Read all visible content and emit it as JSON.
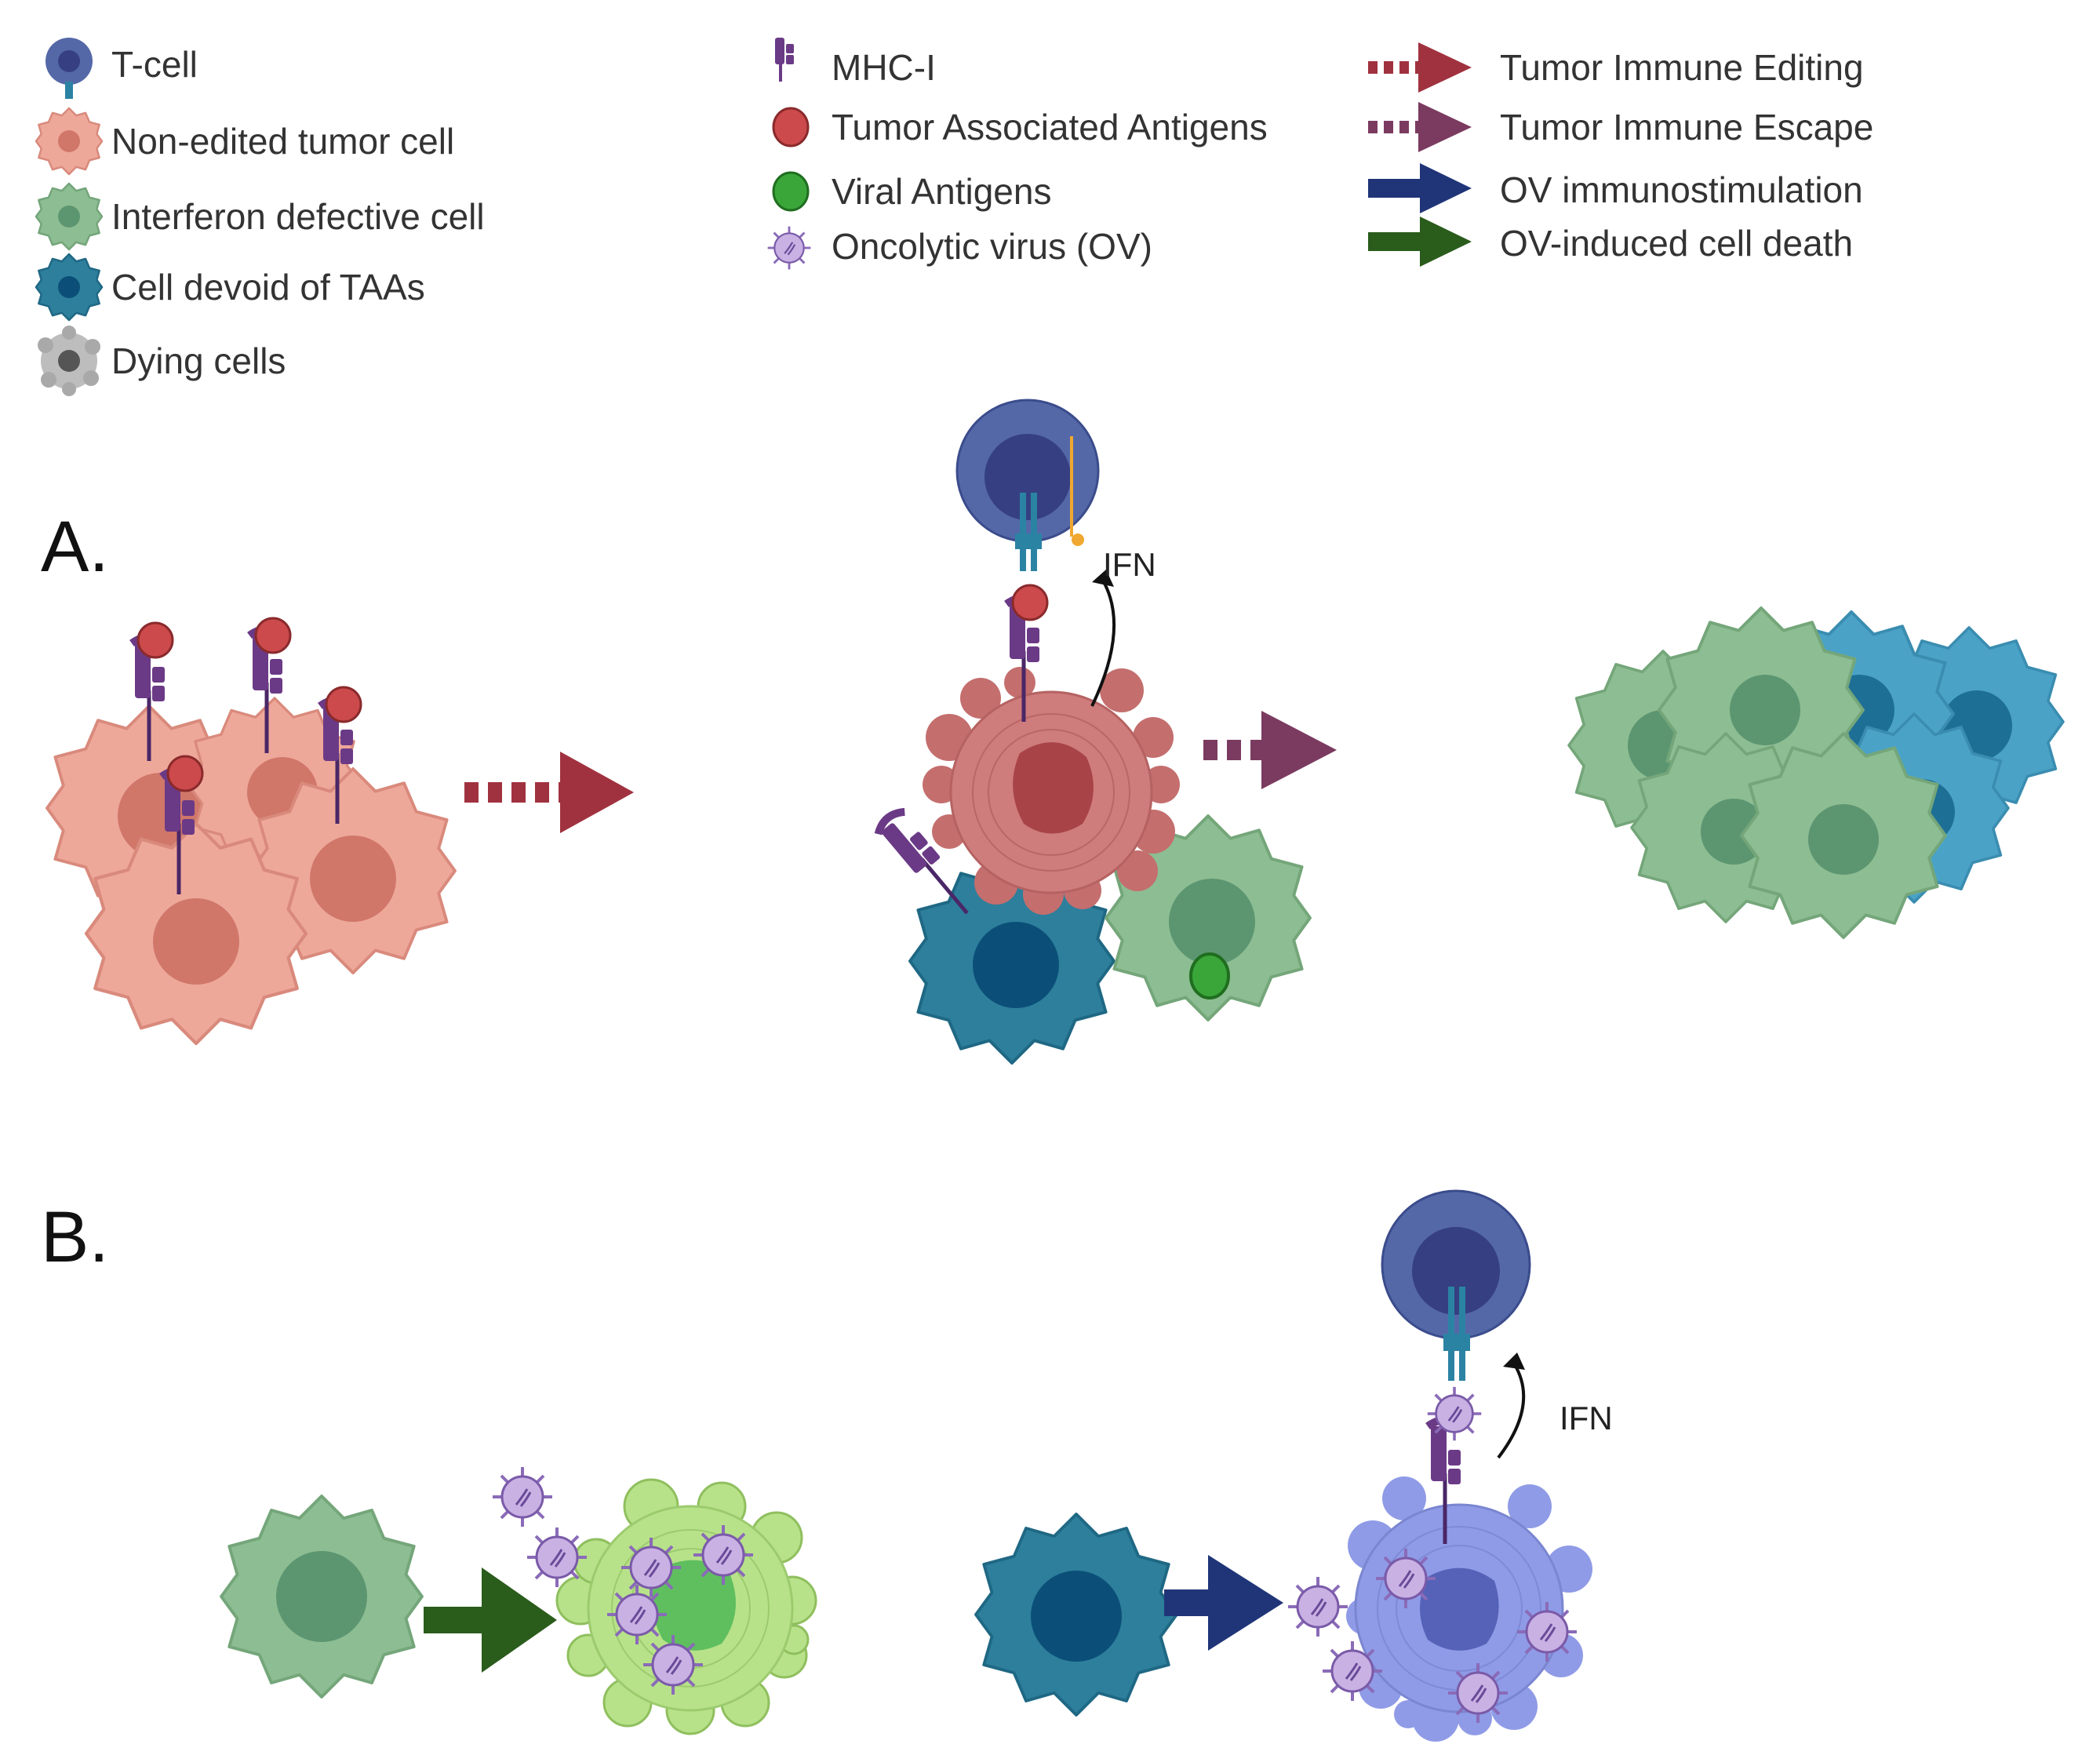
{
  "legend": {
    "cells": [
      {
        "label": "T-cell",
        "icon": "t-cell-icon"
      },
      {
        "label": "Non-edited tumor cell",
        "icon": "non-edited-tumor-cell-icon"
      },
      {
        "label": "Interferon defective cell",
        "icon": "interferon-defective-cell-icon"
      },
      {
        "label": "Cell devoid of TAAs",
        "icon": "cell-devoid-of-taas-icon"
      },
      {
        "label": "Dying cells",
        "icon": "dying-cell-icon"
      }
    ],
    "molecules": [
      {
        "label": "MHC-I",
        "icon": "mhc-i-icon"
      },
      {
        "label": "Tumor Associated Antigens",
        "icon": "tumor-antigen-icon"
      },
      {
        "label": "Viral Antigens",
        "icon": "viral-antigen-icon"
      },
      {
        "label": "Oncolytic virus (OV)",
        "icon": "oncolytic-virus-icon"
      }
    ],
    "arrows": [
      {
        "label": "Tumor Immune Editing",
        "icon": "dotted-red-arrow-icon"
      },
      {
        "label": "Tumor Immune Escape",
        "icon": "dotted-purple-arrow-icon"
      },
      {
        "label": "OV immunostimulation",
        "icon": "blue-arrow-icon"
      },
      {
        "label": "OV-induced cell death",
        "icon": "green-arrow-icon"
      }
    ]
  },
  "panels": {
    "a": {
      "label": "A.",
      "ifn": "IFN"
    },
    "b": {
      "label": "B.",
      "ifn": "IFN"
    }
  },
  "colors": {
    "tcell_outer": "#5468a8",
    "tcell_inner": "#363f82",
    "tumor_pink": "#eea89a",
    "tumor_pink_nucleus": "#d0776a",
    "interferon_green": "#8dbd92",
    "interferon_green_nucleus": "#5c9671",
    "devoid_blue": "#2d7f9c",
    "devoid_blue_nucleus": "#0b4f78",
    "devoid_light_blue": "#4aa3c7",
    "dying_gray": "#a9a9a9",
    "dying_red": "#c46e6e",
    "dying_lightgreen": "#b8e28a",
    "dying_purple": "#8f9be6",
    "mhc_purple": "#6b3a86",
    "taa_red": "#cc4a4c",
    "viral_green": "#3aa63a",
    "virus_lilac": "#b8a0d8",
    "tcr_teal": "#2b83a3",
    "editing_red": "#a0323f",
    "escape_purple": "#7b3b60",
    "stim_blue": "#203578",
    "death_green": "#2a5c1c"
  }
}
